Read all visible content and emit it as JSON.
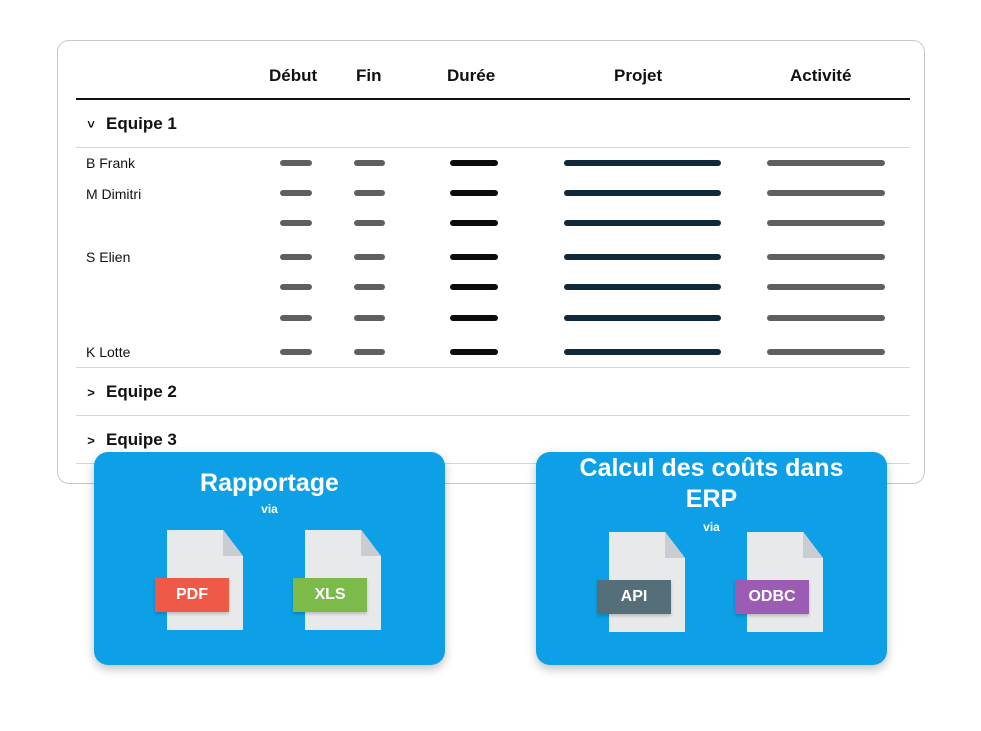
{
  "table": {
    "columns": [
      "Début",
      "Fin",
      "Durée",
      "Projet",
      "Activité"
    ],
    "groups": [
      {
        "label": "Equipe 1",
        "chevron": "˅",
        "expanded": true
      },
      {
        "label": "Equipe 2",
        "chevron": ">",
        "expanded": false
      },
      {
        "label": "Equipe 3",
        "chevron": ">",
        "expanded": false
      }
    ],
    "people": [
      "B Frank",
      "M Dimitri",
      "S Elien",
      "K Lotte"
    ]
  },
  "cards": {
    "reporting": {
      "title": "Rapportage",
      "via": "via",
      "files": [
        {
          "label": "PDF",
          "color": "#ef5a48"
        },
        {
          "label": "XLS",
          "color": "#7cba4a"
        }
      ]
    },
    "erp": {
      "title_line1": "Calcul des coûts dans",
      "title_line2": "ERP",
      "via": "via",
      "files": [
        {
          "label": "API",
          "color": "#546e7a"
        },
        {
          "label": "ODBC",
          "color": "#9c5cb4"
        }
      ]
    }
  },
  "colors": {
    "card_bg": "#0ea0e6",
    "bar_grey": "#5f5f5f",
    "bar_black": "#0b0b0b",
    "bar_navy": "#10293a"
  }
}
